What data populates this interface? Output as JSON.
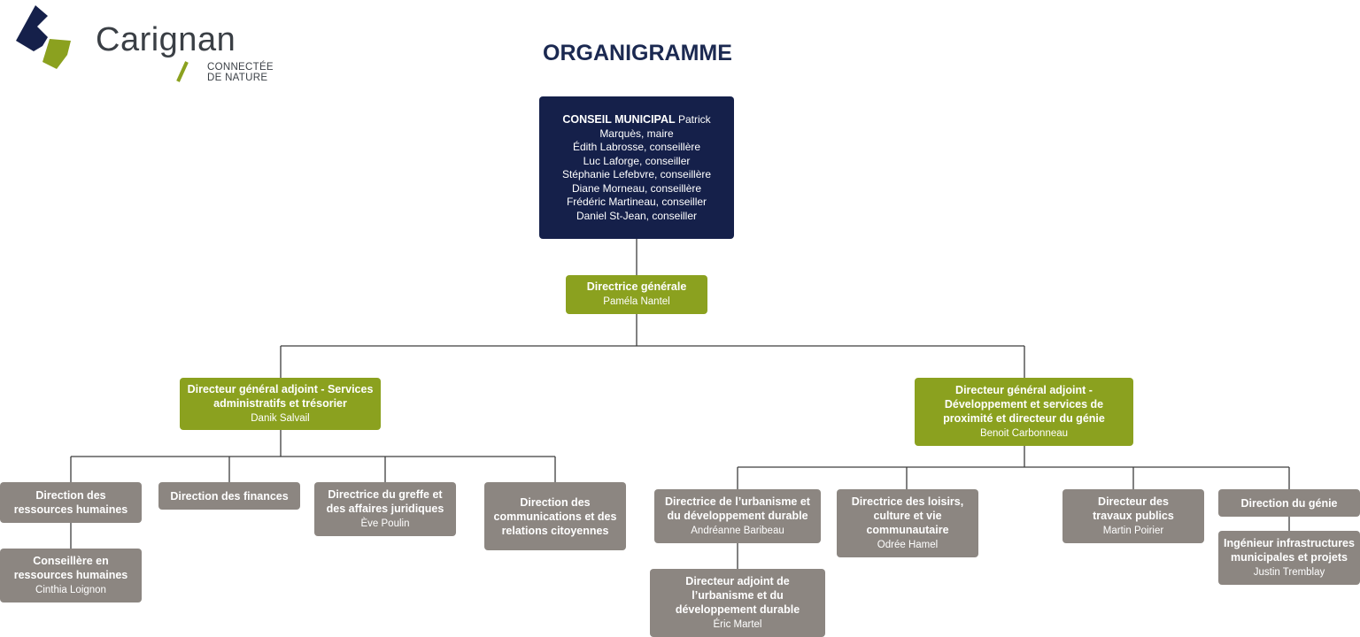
{
  "logo": {
    "name": "Carignan",
    "tagline_line1": "CONNECTÉE",
    "tagline_line2": "DE NATURE",
    "colors": {
      "navy": "#15204a",
      "green": "#8ba11f",
      "text": "#3a3f45"
    }
  },
  "title": "ORGANIGRAMME",
  "colors": {
    "navy": "#15204a",
    "green": "#8ba11f",
    "gray": "#8c8681",
    "line": "#3d3d3d"
  },
  "council": {
    "title": "CONSEIL MUNICIPAL",
    "line1": "Patrick",
    "line2": "Marquès, maire",
    "line3": "Édith Labrosse, conseillère",
    "line4": "Luc Laforge, conseiller",
    "line5": "Stéphanie Lefebvre, conseillère",
    "line6": "Diane Morneau, conseillère",
    "line7": "Frédéric Martineau, conseiller",
    "line8": "Daniel St-Jean, conseiller"
  },
  "dg": {
    "title": "Directrice générale",
    "name": "Paméla Nantel"
  },
  "dga_admin": {
    "title": "Directeur général adjoint - Services administratifs et trésorier",
    "name": "Danik Salvail"
  },
  "dga_dev": {
    "title": "Directeur général adjoint - Développement et services de proximité et directeur du génie",
    "name": "Benoit Carbonneau"
  },
  "rh": {
    "title": "Direction des ressources humaines"
  },
  "rh_conseillere": {
    "title": "Conseillère en ressources humaines",
    "name": "Cinthia Loignon"
  },
  "finances": {
    "title": "Direction des finances"
  },
  "greffe": {
    "title": "Directrice du greffe et des affaires juridiques",
    "name": "Ève Poulin"
  },
  "communications": {
    "title": "Direction des communications et des relations citoyennes"
  },
  "urbanisme": {
    "title": "Directrice de l’urbanisme et du développement durable",
    "name": "Andréanne Baribeau"
  },
  "urbanisme_adjoint": {
    "title": "Directeur adjoint de l’urbanisme et du développement durable",
    "name": "Éric Martel"
  },
  "loisirs": {
    "title": "Directrice des loisirs, culture et vie communautaire",
    "name": "Odrée Hamel"
  },
  "travaux": {
    "title": "Directeur des travaux publics",
    "name": "Martin Poirier"
  },
  "genie": {
    "title": "Direction du génie"
  },
  "ingenieur": {
    "title": "Ingénieur infrastructures municipales et projets",
    "name": "Justin Tremblay"
  }
}
